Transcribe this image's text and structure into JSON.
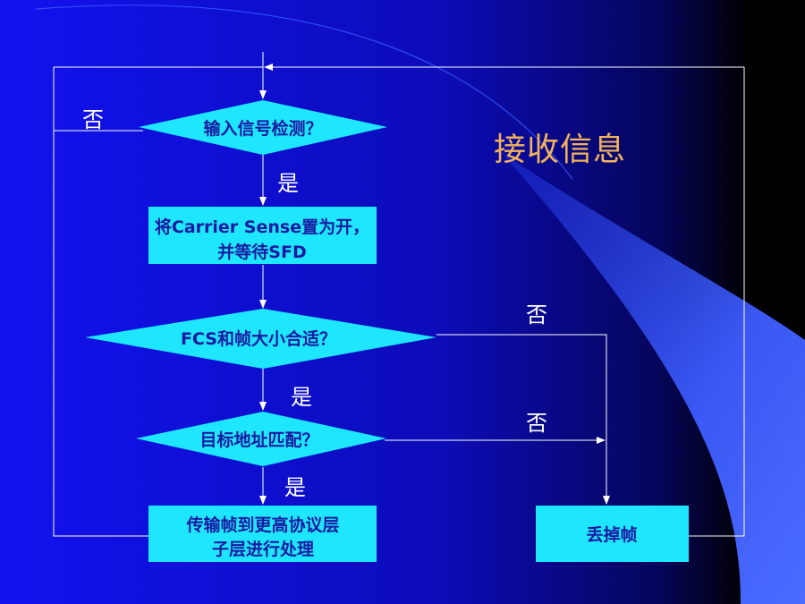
{
  "title": "接收信息",
  "nodes": {
    "detect": "输入信号检测？",
    "carrier_line1": "将Carrier Sense置为开，",
    "carrier_line2": "并等待SFD",
    "fcs": "FCS和帧大小合适？",
    "addr": "目标地址匹配？",
    "transfer_line1": "传输帧到更高协议层",
    "transfer_line2": "子层进行处理",
    "discard": "丢掉帧"
  },
  "labels": {
    "detect_no": "否",
    "detect_yes": "是",
    "fcs_no": "否",
    "fcs_yes": "是",
    "addr_no": "否",
    "addr_yes": "是"
  },
  "colors": {
    "background_left": "#1010ee",
    "background_right": "#000000",
    "node_fill": "#1ee6ff",
    "node_text": "#1a1aa0",
    "title": "#f3b35a",
    "accent_sweep": "#4a6cff"
  }
}
